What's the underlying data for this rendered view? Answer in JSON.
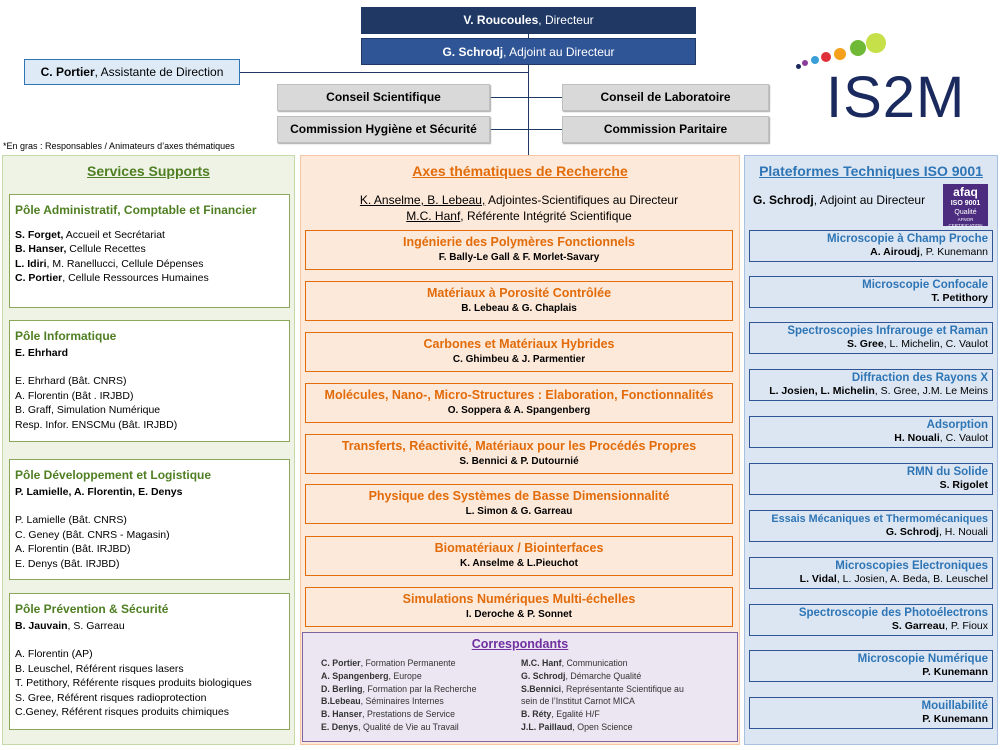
{
  "top": {
    "director_name": "V. Roucoules",
    "director_role": ", Directeur",
    "deputy_name": "G. Schrodj",
    "deputy_role": ", Adjoint au Directeur",
    "assistant_name": "C. Portier",
    "assistant_role": ", Assistante de Direction",
    "councils": [
      "Conseil Scientifique",
      "Conseil de Laboratoire",
      "Commission Hygiène et Sécurité",
      "Commission Paritaire"
    ]
  },
  "note": "*En gras : Responsables / Animateurs d’axes thématiques",
  "logo": {
    "text": "IS2M",
    "colors": [
      "#c6e04a",
      "#6fb936",
      "#f5a01a",
      "#e0303a",
      "#3a9fd8",
      "#8b3d9b",
      "#1a2a5e"
    ]
  },
  "left": {
    "title": "Services Supports",
    "poles": [
      {
        "title": "Pôle Administratif, Comptable et Financier",
        "lead": "",
        "members": [
          {
            "bold": "S. Forget,",
            "text": " Accueil et Secrétariat"
          },
          {
            "bold": "B. Hanser,",
            "text": " Cellule Recettes"
          },
          {
            "bold": "L. Idiri",
            "text": ", M. Ranellucci, Cellule Dépenses"
          },
          {
            "bold": "C. Portier",
            "text": ", Cellule Ressources Humaines"
          }
        ]
      },
      {
        "title": "Pôle Informatique",
        "lead": "E. Ehrhard",
        "members": [
          {
            "bold": "",
            "text": "E. Ehrhard (Bât. CNRS)"
          },
          {
            "bold": "",
            "text": "A. Florentin (Bât . IRJBD)"
          },
          {
            "bold": "",
            "text": "B. Graff, Simulation Numérique"
          },
          {
            "bold": "",
            "text": "Resp. Infor. ENSCMu (Bât. IRJBD)"
          }
        ]
      },
      {
        "title": "Pôle Développement et Logistique",
        "lead": "P. Lamielle, A. Florentin, E. Denys",
        "members": [
          {
            "bold": "",
            "text": "P. Lamielle (Bât. CNRS)"
          },
          {
            "bold": "",
            "text": "C. Geney (Bât. CNRS - Magasin)"
          },
          {
            "bold": "",
            "text": "A. Florentin (Bât. IRJBD)"
          },
          {
            "bold": "",
            "text": "E. Denys (Bât. IRJBD)"
          }
        ]
      },
      {
        "title": "Pôle Prévention & Sécurité",
        "lead": "B. Jauvain",
        "lead_rest": ", S. Garreau",
        "members": [
          {
            "bold": "",
            "text": "A. Florentin (AP)"
          },
          {
            "bold": "",
            "text": "B. Leuschel, Référent risques lasers"
          },
          {
            "bold": "",
            "text": "T. Petithory, Référente risques produits biologiques"
          },
          {
            "bold": "",
            "text": "S. Gree, Référent risques radioprotection"
          },
          {
            "bold": "",
            "text": "C.Geney, Référent risques  produits chimiques"
          }
        ]
      }
    ]
  },
  "middle": {
    "title": "Axes thématiques de Recherche",
    "adjoints_line1": "K. Anselme, B. Lebeau,",
    "adjoints_line1_rest": " Adjointes-Scientifiques au Directeur",
    "adjoints_line2": "M.C. Hanf",
    "adjoints_line2_rest": ", Référente Intégrité Scientifique",
    "axes": [
      {
        "title": "Ingénierie des Polymères Fonctionnels",
        "names": "F. Bally-Le Gall & F. Morlet-Savary"
      },
      {
        "title": "Matériaux à Porosité Contrôlée",
        "names": "B. Lebeau & G. Chaplais"
      },
      {
        "title": "Carbones et Matériaux Hybrides",
        "names": "C. Ghimbeu  & J. Parmentier"
      },
      {
        "title": "Molécules, Nano-, Micro-Structures : Elaboration, Fonctionnalités",
        "names": "O. Soppera & A. Spangenberg"
      },
      {
        "title": "Transferts, Réactivité, Matériaux pour les Procédés Propres",
        "names": "S. Bennici & P. Dutournié"
      },
      {
        "title": "Physique des Systèmes de Basse Dimensionnalité",
        "names": "L. Simon & G. Garreau"
      },
      {
        "title": "Biomatériaux / Biointerfaces",
        "names": "K. Anselme & L.Pieuchot"
      },
      {
        "title": "Simulations Numériques Multi-échelles",
        "names": "I. Deroche & P. Sonnet"
      }
    ],
    "correspondants": {
      "title": "Correspondants",
      "left": [
        {
          "bold": "C. Portier",
          "text": ", Formation Permanente"
        },
        {
          "bold": "A. Spangenberg",
          "text": ", Europe"
        },
        {
          "bold": "D. Berling",
          "text": ", Formation par la Recherche"
        },
        {
          "bold": "B.Lebeau",
          "text": ", Séminaires Internes"
        },
        {
          "bold": "B. Hanser",
          "text": ", Prestations de Service"
        },
        {
          "bold": "E. Denys",
          "text": ", Qualité de Vie au Travail"
        }
      ],
      "right": [
        {
          "bold": "M.C. Hanf",
          "text": ", Communication"
        },
        {
          "bold": "G. Schrodj",
          "text": ", Démarche Qualité"
        },
        {
          "bold": "S.Bennici",
          "text": ", Représentante Scientifique au"
        },
        {
          "bold": "",
          "text": "sein de l’Institut Carnot MICA"
        },
        {
          "bold": "B. Réty",
          "text": ", Egalité H/F"
        },
        {
          "bold": "J.L. Paillaud",
          "text": ", Open Science"
        }
      ]
    }
  },
  "right": {
    "title": "Plateformes Techniques ISO 9001",
    "deputy_name": "G. Schrodj",
    "deputy_role": ", Adjoint au Directeur",
    "afaq": {
      "brand": "afaq",
      "line1": "ISO 9001",
      "line2": "Qualité",
      "line3": "AFNOR CERTIFICATION"
    },
    "platforms": [
      {
        "title": "Microscopie à Champ Proche",
        "bold": "A. Airoudj",
        "text": ", P. Kunemann"
      },
      {
        "title": "Microscopie Confocale",
        "bold": "T. Petithory",
        "text": ""
      },
      {
        "title": "Spectroscopies Infrarouge et Raman",
        "bold": "S. Gree",
        "text": ", L. Michelin, C. Vaulot"
      },
      {
        "title": "Diffraction des Rayons X",
        "bold": "L. Josien, L. Michelin",
        "text": ", S. Gree, J.M. Le Meins"
      },
      {
        "title": "Adsorption",
        "bold": "H. Nouali",
        "text": ", C. Vaulot"
      },
      {
        "title": "RMN du Solide",
        "bold": "S. Rigolet",
        "text": ""
      },
      {
        "title": "Essais Mécaniques et Thermomécaniques",
        "bold": "G. Schrodj",
        "text": ", H. Nouali"
      },
      {
        "title": "Microscopies Electroniques",
        "bold": "L. Vidal",
        "text": ", L. Josien, A. Beda, B. Leuschel"
      },
      {
        "title": "Spectroscopie des Photoélectrons",
        "bold": "S. Garreau",
        "text": ", P. Fioux"
      },
      {
        "title": "Microscopie Numérique",
        "bold": "P. Kunemann",
        "text": ""
      },
      {
        "title": "Mouillabilité",
        "bold": "P. Kunemann",
        "text": ""
      }
    ]
  }
}
